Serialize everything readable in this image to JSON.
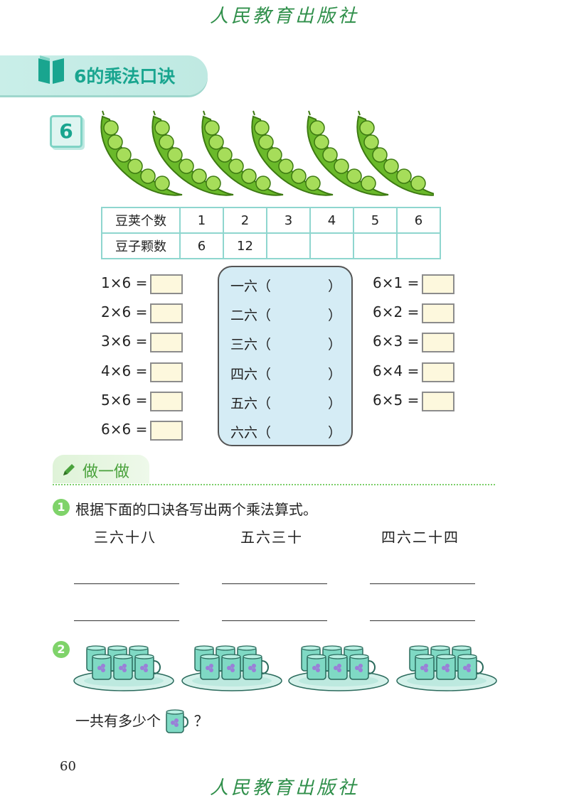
{
  "publisher": "人民教育出版社",
  "section": {
    "title": "6的乘法口诀"
  },
  "example": {
    "number": "6",
    "table": {
      "row1_label": "豆荚个数",
      "row2_label": "豆子颗数",
      "pods": [
        "1",
        "2",
        "3",
        "4",
        "5",
        "6"
      ],
      "beans": [
        "6",
        "12",
        "",
        "",
        "",
        ""
      ]
    },
    "left_equations": [
      "1×6 =",
      "2×6 =",
      "3×6 =",
      "4×6 =",
      "5×6 =",
      "6×6 ="
    ],
    "rhymes": [
      "一六（",
      "二六（",
      "三六（",
      "四六（",
      "五六（",
      "六六（"
    ],
    "rhyme_close": "）",
    "right_equations": [
      "6×1 =",
      "6×2 =",
      "6×3 =",
      "6×4 =",
      "6×5 ="
    ]
  },
  "practice": {
    "title": "做一做",
    "q1": {
      "number": "1",
      "text": "根据下面的口诀各写出两个乘法算式。",
      "rhymes": [
        "三六十八",
        "五六三十",
        "四六二十四"
      ]
    },
    "q2": {
      "number": "2",
      "text_before": "一共有多少个",
      "text_after": "？"
    }
  },
  "page_number": "60",
  "colors": {
    "teal": "#19a58f",
    "green": "#4aa23c",
    "pod": "#8ccf3c",
    "cup": "#7fd9c4"
  }
}
